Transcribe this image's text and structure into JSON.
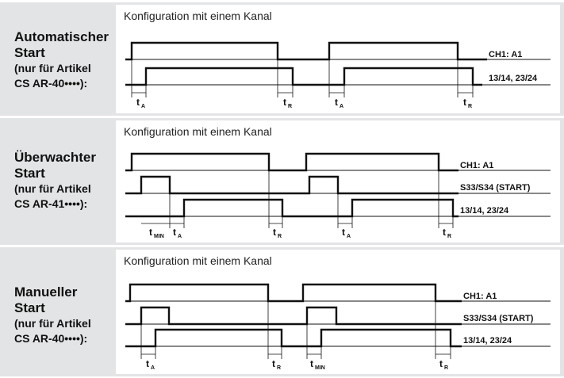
{
  "panels": [
    {
      "label_title": "Automatischer",
      "label_start": "Start",
      "label_note1": "(nur für Artikel",
      "label_note2": "CS AR-40••••):",
      "config_title": "Konfiguration mit einem Kanal",
      "signals": [
        "CH1: A1",
        "13/14, 23/24"
      ],
      "markers": [
        {
          "main": "t",
          "sub": "A"
        },
        {
          "main": "t",
          "sub": "R"
        },
        {
          "main": "t",
          "sub": "A"
        },
        {
          "main": "t",
          "sub": "R"
        }
      ]
    },
    {
      "label_title": "Überwachter",
      "label_start": "Start",
      "label_note1": "(nur für Artikel",
      "label_note2": "CS AR-41••••):",
      "config_title": "Konfiguration mit einem Kanal",
      "signals": [
        "CH1: A1",
        "S33/S34 (START)",
        "13/14, 23/24"
      ],
      "markers": [
        {
          "main": "t",
          "sub": "MIN"
        },
        {
          "main": "t",
          "sub": "A"
        },
        {
          "main": "t",
          "sub": "R"
        },
        {
          "main": "t",
          "sub": "A"
        },
        {
          "main": "t",
          "sub": "R"
        }
      ]
    },
    {
      "label_title": "Manueller",
      "label_start": "Start",
      "label_note1": "(nur für Artikel",
      "label_note2": "CS AR-40••••):",
      "config_title": "Konfiguration mit einem Kanal",
      "signals": [
        "CH1: A1",
        "S33/S34 (START)",
        "13/14, 23/24"
      ],
      "markers": [
        {
          "main": "t",
          "sub": "A"
        },
        {
          "main": "t",
          "sub": "R"
        },
        {
          "main": "t",
          "sub": "MIN"
        },
        {
          "main": "t",
          "sub": "R"
        }
      ]
    }
  ]
}
